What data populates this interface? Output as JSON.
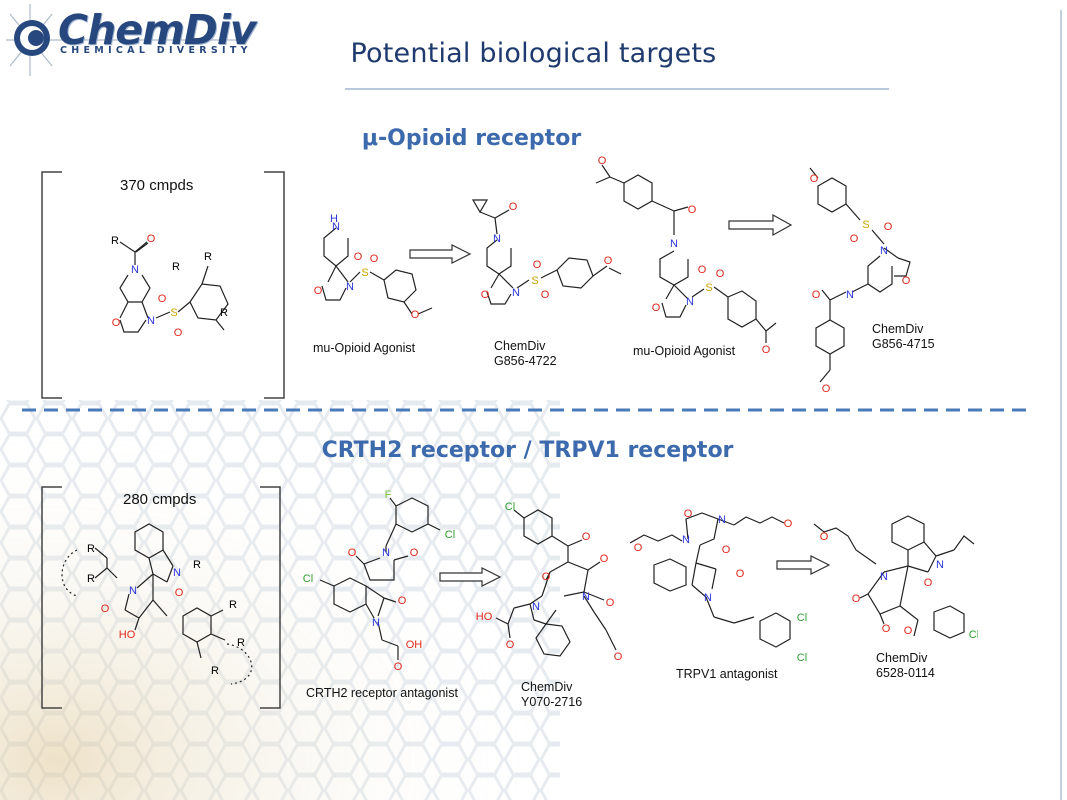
{
  "logo": {
    "name": "ChemDiv",
    "subtitle": "CHEMICAL DIVERSITY"
  },
  "slide": {
    "title": "Potential biological targets"
  },
  "section1": {
    "title": "μ-Opioid receptor",
    "library_count": "370 cmpds",
    "captions": {
      "agonist1": "mu-Opioid Agonist",
      "chemdiv1_name": "ChemDiv",
      "chemdiv1_id": "G856-4722",
      "agonist2": "mu-Opioid Agonist",
      "chemdiv2_name": "ChemDiv",
      "chemdiv2_id": "G856-4715"
    }
  },
  "section2": {
    "title": "CRTH2 receptor / TRPV1 receptor",
    "library_count": "280 cmpds",
    "captions": {
      "crth2": "CRTH2 receptor antagonist",
      "chemdiv1_name": "ChemDiv",
      "chemdiv1_id": "Y070-2716",
      "trpv1": "TRPV1 antagonist",
      "chemdiv2_name": "ChemDiv",
      "chemdiv2_id": "6528-0114"
    }
  },
  "atom_labels": {
    "N": "N",
    "O": "O",
    "S": "S",
    "R": "R",
    "H": "H",
    "F": "F",
    "Cl": "Cl",
    "HO": "HO",
    "OH": "OH"
  },
  "colors": {
    "title": "#1f3a6e",
    "section_title": "#3c6aad",
    "divider": "#4a7ab8",
    "oxygen": "#e0281c",
    "nitrogen": "#2b35d8",
    "sulfur": "#c9a400",
    "chlorine": "#2ea02e",
    "fluorine": "#7ec23c"
  }
}
